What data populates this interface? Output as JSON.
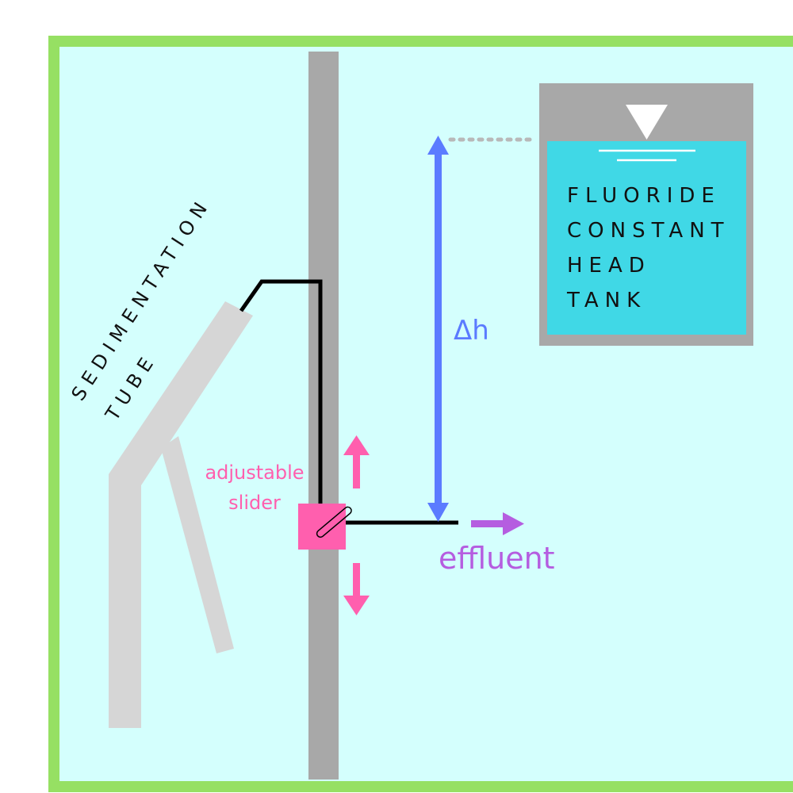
{
  "labels": {
    "sedimentation_line1": "SEDIMENTATION",
    "sedimentation_line2": "TUBE",
    "tank_line1": "FLUORIDE",
    "tank_line2": "CONSTANT",
    "tank_line3": "HEAD",
    "tank_line4": "TANK",
    "delta_h": "Δh",
    "slider_line1": "adjustable",
    "slider_line2": "slider",
    "effluent": "effluent"
  },
  "colors": {
    "frame_border": "#96e063",
    "background": "#d4fffd",
    "pole": "#a8a8a8",
    "tube": "#d6d6d6",
    "tank_shell": "#a8a8a8",
    "tank_water": "#40d8e6",
    "slider": "#ff5fae",
    "head_arrow": "#5b7bff",
    "effluent_arrow": "#b55de0",
    "pipe": "#000000"
  },
  "icons": {
    "water_level": "inverted-triangle-icon",
    "slider_clip": "paperclip-icon"
  }
}
